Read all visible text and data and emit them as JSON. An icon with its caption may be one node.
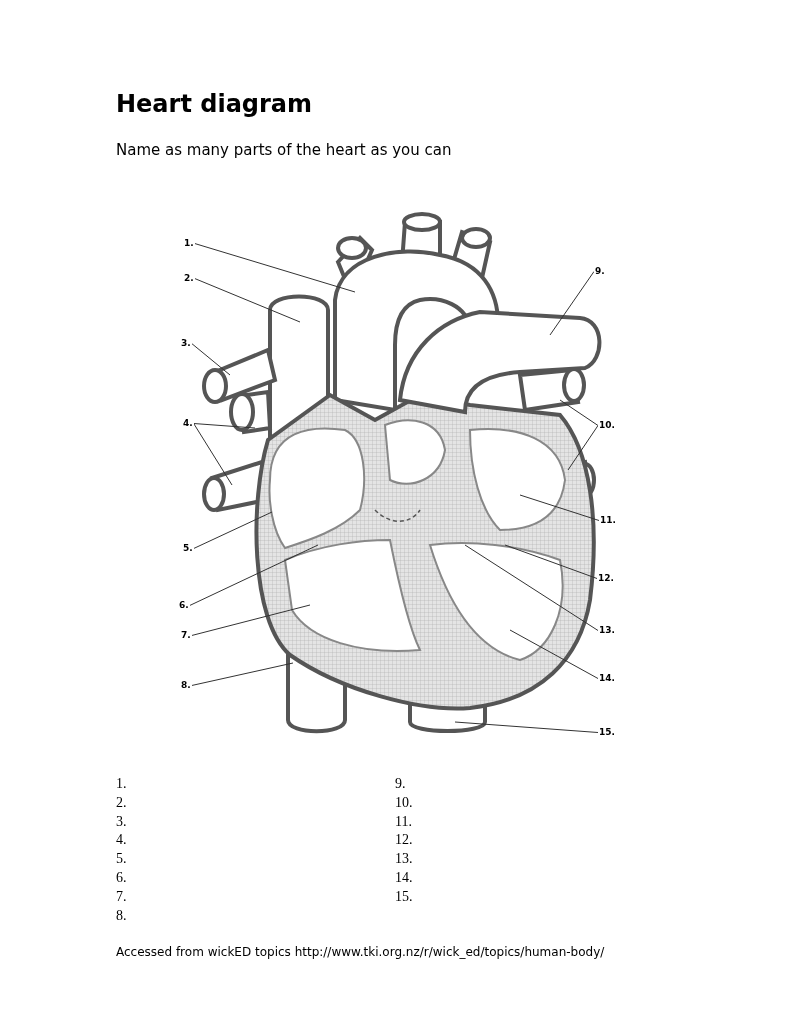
{
  "diagram": {
    "title": "Heart diagram",
    "caption": "Accessed from wickED topics http://www.tki.org.nz/r/wick_ed/topics/human-body/",
    "nodes": [
      {
        "text": [
          "1."
        ]
      },
      {
        "text": [
          "2."
        ]
      },
      {
        "text": [
          "3."
        ]
      },
      {
        "text": [
          "4."
        ]
      },
      {
        "text": [
          "5."
        ]
      },
      {
        "text": [
          "6."
        ]
      },
      {
        "text": [
          "7."
        ]
      },
      {
        "text": [
          "8."
        ]
      },
      {
        "text": [
          "9."
        ]
      },
      {
        "text": [
          "10."
        ]
      },
      {
        "text": [
          "11."
        ]
      },
      {
        "text": [
          "12."
        ]
      },
      {
        "text": [
          "13."
        ]
      },
      {
        "text": [
          "14."
        ]
      },
      {
        "text": [
          "15."
        ]
      }
    ],
    "edges": [
      {
        "from": 0,
        "to": null,
        "arrow": "none"
      },
      {
        "from": 1,
        "to": null,
        "arrow": "none"
      },
      {
        "from": 2,
        "to": null,
        "arrow": "none"
      },
      {
        "from": 3,
        "to": null,
        "arrow": "none"
      },
      {
        "from": 3,
        "to": null,
        "arrow": "none"
      },
      {
        "from": 4,
        "to": null,
        "arrow": "none"
      },
      {
        "from": 5,
        "to": null,
        "arrow": "none"
      },
      {
        "from": 6,
        "to": null,
        "arrow": "none"
      },
      {
        "from": 7,
        "to": null,
        "arrow": "none"
      },
      {
        "from": 8,
        "to": null,
        "arrow": "none"
      },
      {
        "from": 9,
        "to": null,
        "arrow": "none"
      },
      {
        "from": 9,
        "to": null,
        "arrow": "none"
      },
      {
        "from": 10,
        "to": null,
        "arrow": "none"
      },
      {
        "from": 11,
        "to": null,
        "arrow": "none"
      },
      {
        "from": 12,
        "to": null,
        "arrow": "none"
      },
      {
        "from": 13,
        "to": null,
        "arrow": "none"
      },
      {
        "from": 14,
        "to": null,
        "arrow": "none"
      }
    ],
    "labels": [
      "Name as many parts of the heart as you can",
      "1.",
      "9.",
      "2.",
      "10.",
      "3.",
      "11.",
      "4.",
      "12.",
      "5.",
      "13.",
      "6.",
      "14.",
      "7.",
      "15.",
      "8."
    ]
  }
}
